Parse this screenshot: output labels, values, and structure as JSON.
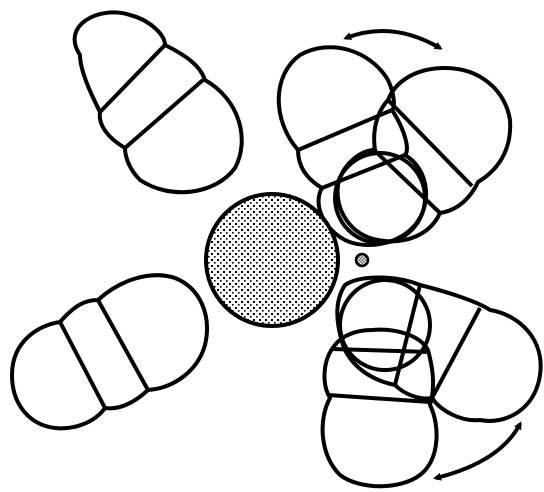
{
  "figure": {
    "colors": {
      "stroke": "#000000",
      "background": "#ffffff",
      "stipple": "#000000",
      "small_dot": "#666666"
    },
    "elements": [
      "molecule-top-left",
      "molecule-bottom-left",
      "molecule-top-right-ghosts",
      "molecule-bottom-right-ghosts",
      "central-atom",
      "small-particle",
      "rotation-arrows"
    ]
  }
}
